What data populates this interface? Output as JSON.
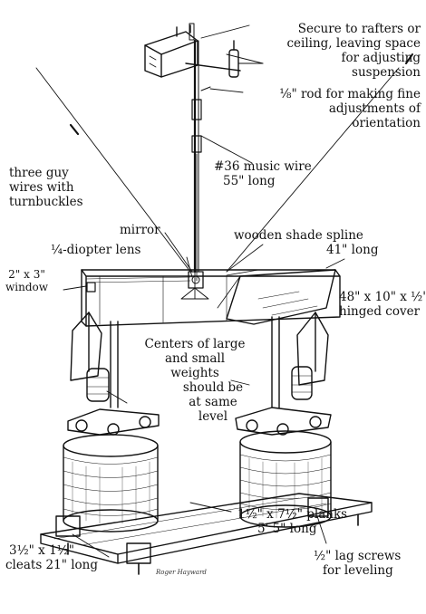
{
  "labels": {
    "rafters": [
      "Secure to rafters or",
      "ceiling, leaving space",
      "for adjusting",
      "suspension"
    ],
    "rod": [
      "⅛\" rod for making fine",
      "adjustments of",
      "orientation"
    ],
    "guy_wires": [
      "three guy",
      "wires with",
      "turnbuckles"
    ],
    "music_wire": [
      "#36 music wire",
      "55\" long"
    ],
    "mirror": "mirror",
    "lens": "¼-diopter lens",
    "spline": [
      "wooden shade spline",
      "41\" long"
    ],
    "window": [
      "2\" x 3\"",
      "window"
    ],
    "cover": [
      "48\" x 10\" x ½\"",
      "hinged cover"
    ],
    "weights": [
      "Centers of large",
      "and small",
      "weights",
      "should be",
      "at same",
      "level"
    ],
    "cleats": [
      "3½\" x 1½\"",
      "cleats 21\" long"
    ],
    "planks": [
      "1½\" x 7½\" planks",
      "5' 5\" long"
    ],
    "lag": [
      "½\" lag screws",
      "for leveling"
    ]
  },
  "credit": "Roger Hayward"
}
